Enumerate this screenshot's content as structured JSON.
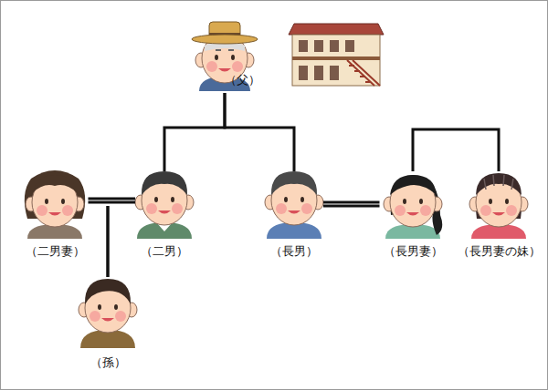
{
  "diagram": {
    "nodes": [
      {
        "text": [
          "（父）"
        ]
      },
      {
        "text": [
          "（二男妻）"
        ]
      },
      {
        "text": [
          "（二男）"
        ]
      },
      {
        "text": [
          "（長男）"
        ]
      },
      {
        "text": [
          "（長男妻）"
        ]
      },
      {
        "text": [
          "（長男妻の妹）"
        ]
      },
      {
        "text": [
          "（孫）"
        ]
      }
    ],
    "edges": [
      {
        "from": 0,
        "to": 2,
        "arrow": "none"
      },
      {
        "from": 0,
        "to": 3,
        "arrow": "none"
      },
      {
        "from": 1,
        "to": 2,
        "arrow": "none"
      },
      {
        "from": 3,
        "to": 4,
        "arrow": "none"
      },
      {
        "from": 4,
        "to": 5,
        "arrow": "none"
      },
      {
        "from": 1,
        "to": 6,
        "arrow": "none"
      },
      {
        "from": 2,
        "to": 6,
        "arrow": "none"
      }
    ]
  }
}
